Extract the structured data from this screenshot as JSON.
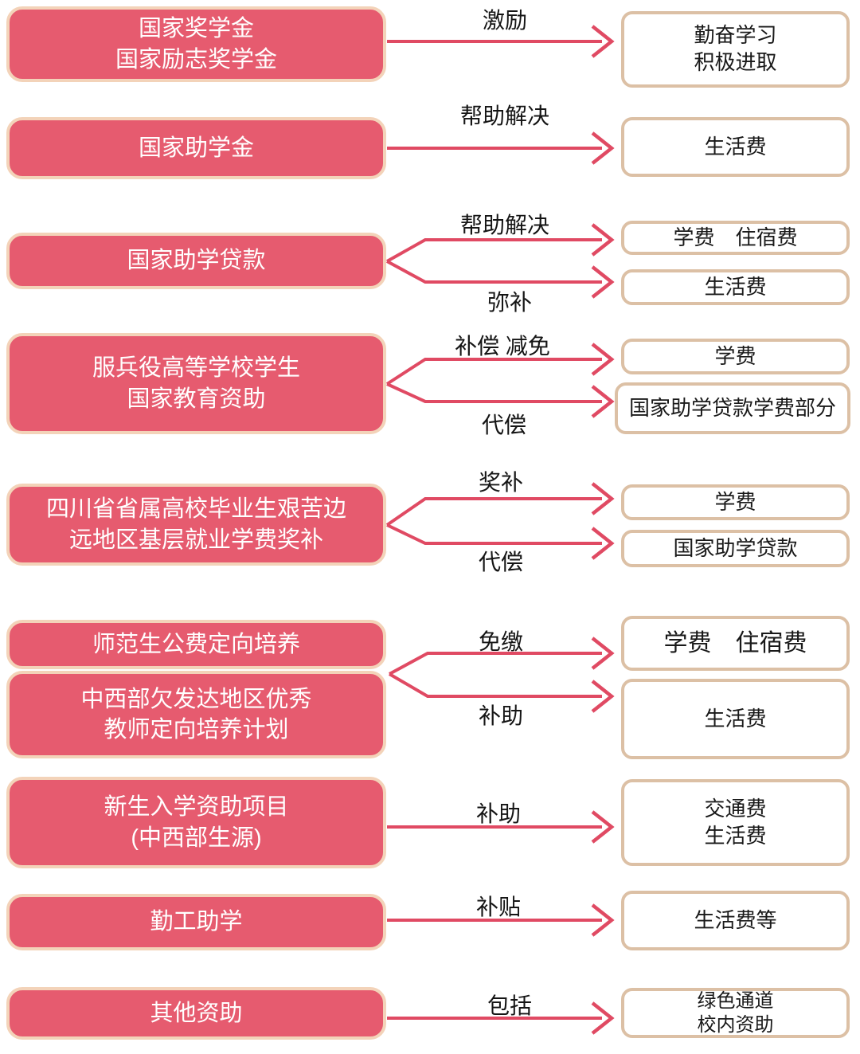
{
  "colors": {
    "box-fill": "#e65b6f",
    "left-border": "#f3d3b9",
    "right-border": "#dcc0a5",
    "arrow": "#e04a63",
    "box-text": "#ffffff",
    "label-text": "#151515",
    "target-text": "#191919"
  },
  "rows": [
    {
      "left": [
        "国家奖学金",
        "国家励志奖学金"
      ],
      "conns": [
        {
          "label": "激励",
          "right": [
            "勤奋学习",
            "积极进取"
          ]
        }
      ]
    },
    {
      "left": [
        "国家助学金"
      ],
      "conns": [
        {
          "label": "帮助解决",
          "right": [
            "生活费"
          ]
        }
      ]
    },
    {
      "left": [
        "国家助学贷款"
      ],
      "conns": [
        {
          "label": "帮助解决",
          "right": [
            "学费　住宿费"
          ]
        },
        {
          "label": "弥补",
          "right": [
            "生活费"
          ]
        }
      ]
    },
    {
      "left": [
        "服兵役高等学校学生",
        "国家教育资助"
      ],
      "conns": [
        {
          "label": "补偿 减免",
          "right": [
            "学费"
          ]
        },
        {
          "label": "代偿",
          "right": [
            "国家助学贷款学费部分"
          ]
        }
      ]
    },
    {
      "left": [
        "四川省省属高校毕业生艰苦边",
        "远地区基层就业学费奖补"
      ],
      "conns": [
        {
          "label": "奖补",
          "right": [
            "学费"
          ]
        },
        {
          "label": "代偿",
          "right": [
            "国家助学贷款"
          ]
        }
      ]
    },
    {
      "left": [
        "师范生公费定向培养"
      ],
      "left2": [
        "中西部欠发达地区优秀",
        "教师定向培养计划"
      ],
      "conns": [
        {
          "label": "免缴",
          "right": [
            "学费　住宿费"
          ]
        },
        {
          "label": "补助",
          "right": [
            "生活费"
          ]
        }
      ]
    },
    {
      "left": [
        "新生入学资助项目",
        "(中西部生源)"
      ],
      "conns": [
        {
          "label": "补助",
          "right": [
            "交通费",
            "生活费"
          ]
        }
      ]
    },
    {
      "left": [
        "勤工助学"
      ],
      "conns": [
        {
          "label": "补贴",
          "right": [
            "生活费等"
          ]
        }
      ]
    },
    {
      "left": [
        "其他资助"
      ],
      "conns": [
        {
          "label": "包括",
          "right": [
            "绿色通道",
            "校内资助"
          ]
        }
      ]
    }
  ]
}
